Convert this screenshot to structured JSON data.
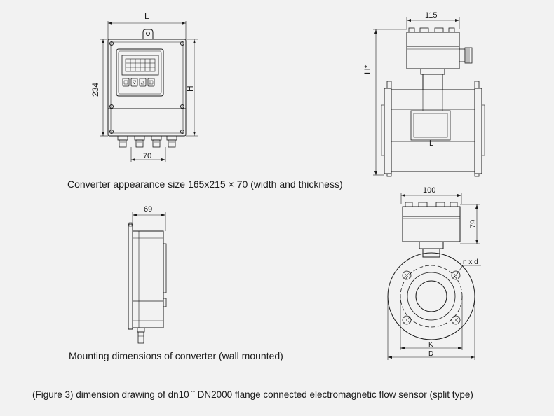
{
  "converter_front": {
    "dim_width": "L",
    "dim_height_left": "234",
    "dim_height_right": "H",
    "dim_bottom": "70"
  },
  "sensor_side": {
    "dim_top": "115",
    "dim_height": "H*",
    "dim_length": "L"
  },
  "converter_side": {
    "dim_top": "69"
  },
  "sensor_front": {
    "dim_head_width": "100",
    "dim_head_height": "79",
    "bolt_label": "n x d",
    "dim_bolt_circle": "K",
    "dim_flange": "D"
  },
  "captions": {
    "converter_size": "Converter appearance size 165x215 × 70 (width and thickness)",
    "mounting": "Mounting dimensions of converter (wall mounted)",
    "figure": "(Figure 3) dimension drawing of dn10 ˜ DN2000 flange connected electromagnetic flow sensor (split type)"
  },
  "colors": {
    "background": "#f2f2f2",
    "line": "#1a1a1a"
  }
}
